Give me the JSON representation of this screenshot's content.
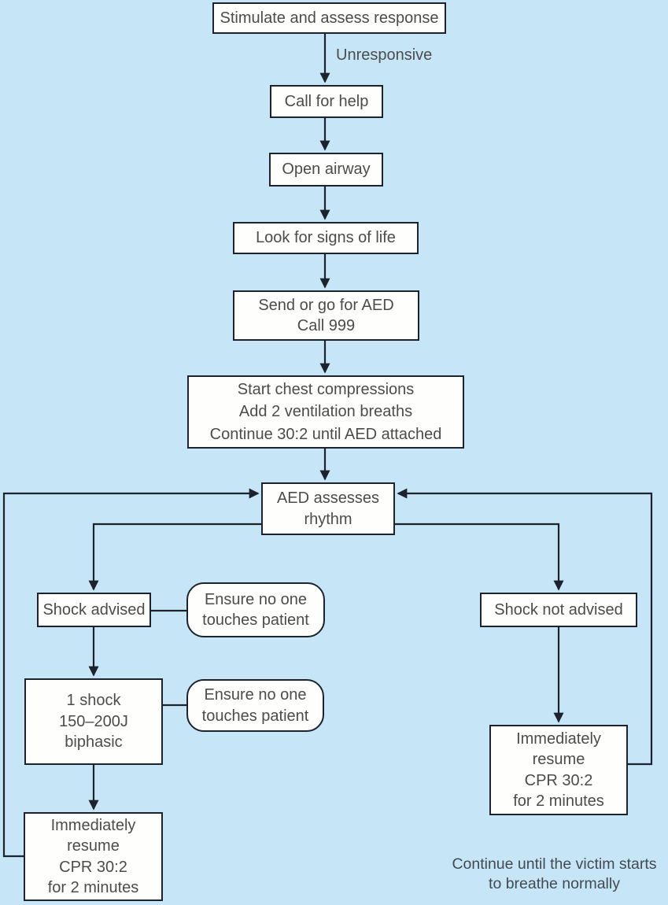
{
  "nodes": {
    "stimulate": {
      "label": "Stimulate and assess response"
    },
    "call_help": {
      "label": "Call for help"
    },
    "open_airway": {
      "label": "Open airway"
    },
    "look_signs": {
      "label": "Look for signs of life"
    },
    "send_aed": {
      "label": "Send or go for AED\nCall 999"
    },
    "start_cpr": {
      "label": "Start chest compressions\nAdd 2 ventilation breaths\nContinue 30:2 until AED attached"
    },
    "aed_assess": {
      "label": "AED assesses\nrhythm"
    },
    "shock_advised": {
      "label": "Shock advised"
    },
    "ensure_1": {
      "label": "Ensure no one\ntouches patient"
    },
    "one_shock": {
      "label": "1 shock\n150–200J\nbiphasic"
    },
    "resume_left": {
      "label": "Immediately\nresume\nCPR 30:2\nfor 2 minutes"
    },
    "shock_not_advised": {
      "label": "Shock not advised"
    },
    "ensure_2": {
      "label": "Ensure no one\ntouches patient"
    },
    "resume_right": {
      "label": "Immediately\nresume\nCPR 30:2\nfor 2 minutes"
    }
  },
  "edge_labels": {
    "unresponsive": "Unresponsive"
  },
  "caption": "Continue until the victim starts\nto breathe normally",
  "colors": {
    "background": "#c6e6f7",
    "box_fill": "#fefefc",
    "line": "#1c232c",
    "box_text": "#4c4c4c",
    "caption_text": "#424a52"
  }
}
